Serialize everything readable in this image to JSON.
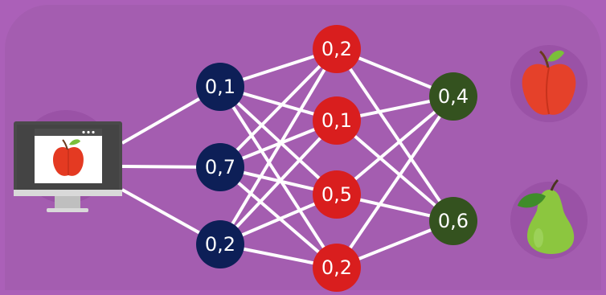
{
  "network": {
    "hidden1": [
      "0,1",
      "0,7",
      "0,2"
    ],
    "hidden2": [
      "0,2",
      "0,1",
      "0,5",
      "0,2"
    ],
    "output": [
      "0,4",
      "0,6"
    ]
  },
  "images": {
    "monitor": "computer-monitor-icon",
    "input_fruit": "apple-icon",
    "output_top": "apple-icon",
    "output_bottom": "pear-icon"
  },
  "colors": {
    "background": "#ab60b8",
    "hidden1": "#0d1f57",
    "hidden2": "#d91e1e",
    "output": "#34521f",
    "edge": "#ffffff",
    "apple": "#e43a22",
    "pear": "#8cc63f"
  }
}
